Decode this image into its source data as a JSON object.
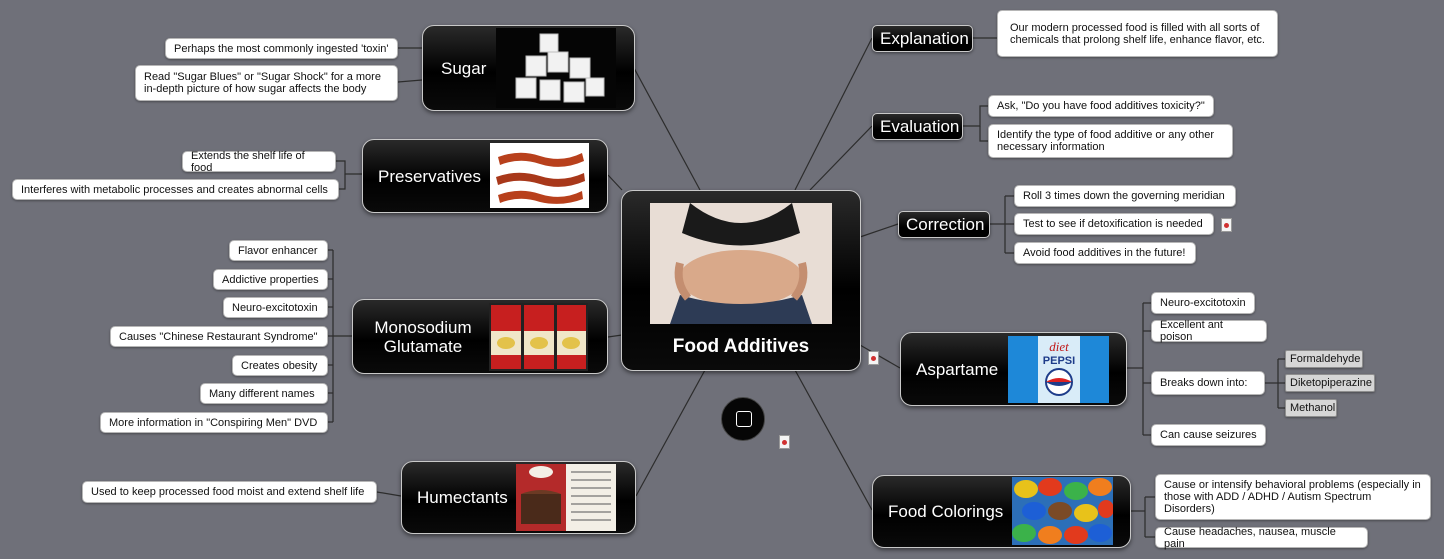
{
  "central": {
    "title": "Food Additives"
  },
  "topics": {
    "sugar": {
      "title": "Sugar",
      "leaves": [
        "Perhaps the most commonly ingested 'toxin'",
        "Read \"Sugar Blues\" or \"Sugar Shock\" for a more in-depth picture of how sugar affects the body"
      ]
    },
    "preservatives": {
      "title": "Preservatives",
      "leaves": [
        "Extends the shelf life of food",
        "Interferes with metabolic processes and creates abnormal cells"
      ]
    },
    "msg": {
      "title": "Monosodium Glutamate",
      "leaves": [
        "Flavor enhancer",
        "Addictive properties",
        "Neuro-excitotoxin",
        "Causes \"Chinese Restaurant Syndrome\"",
        "Creates obesity",
        "Many different names",
        "More information in \"Conspiring Men\" DVD"
      ]
    },
    "humectants": {
      "title": "Humectants",
      "leaves": [
        "Used to keep processed food moist and extend shelf life"
      ]
    },
    "explanation": {
      "title": "Explanation",
      "leaves": [
        "Our modern processed food is filled with all sorts of chemicals that prolong shelf life, enhance flavor, etc."
      ]
    },
    "evaluation": {
      "title": "Evaluation",
      "leaves": [
        "Ask, \"Do you have food additives toxicity?\"",
        "Identify the type of food additive or any other necessary information"
      ]
    },
    "correction": {
      "title": "Correction",
      "leaves": [
        "Roll 3 times down the governing meridian",
        "Test to see if detoxification is needed",
        "Avoid food additives in the future!"
      ]
    },
    "aspartame": {
      "title": "Aspartame",
      "leaves": [
        "Neuro-excitotoxin",
        "Excellent ant poison",
        "Breaks down into:",
        "Can cause seizures"
      ],
      "breaks_down": [
        "Formaldehyde",
        "Diketopiperazine",
        "Methanol"
      ],
      "image_text": [
        "diet",
        "PEPSI"
      ]
    },
    "colorings": {
      "title": "Food Colorings",
      "leaves": [
        "Cause or intensify behavioral problems (especially in those with ADD / ADHD / Autism Spectrum Disorders)",
        "Cause headaches, nausea, muscle pain"
      ]
    }
  },
  "icons": [
    "attachment-icon",
    "circle-button-icon"
  ],
  "colors": {
    "background": "#6f7079",
    "node": "#000000",
    "leaf": "#ffffff",
    "line": "#2c2c2c"
  }
}
